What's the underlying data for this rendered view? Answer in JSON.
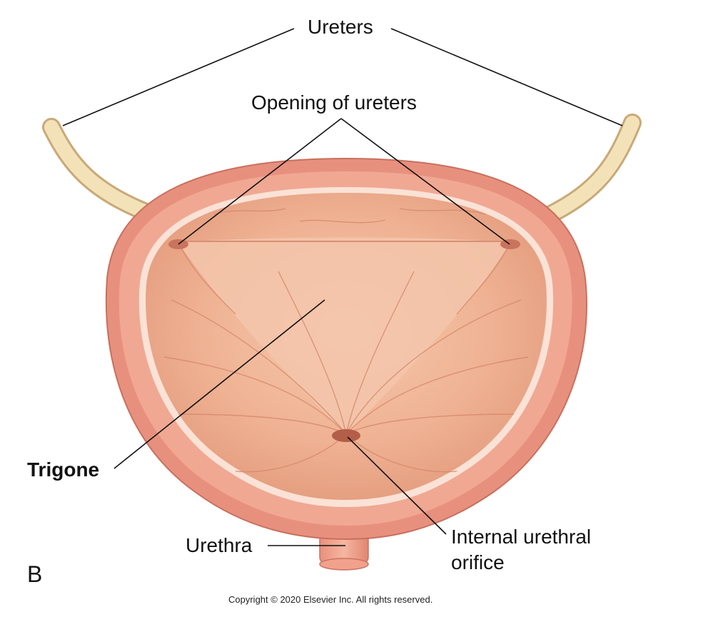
{
  "labels": {
    "ureters": "Ureters",
    "opening_of_ureters": "Opening of ureters",
    "trigone": "Trigone",
    "urethra": "Urethra",
    "internal_urethral_orifice_line1": "Internal urethral",
    "internal_urethral_orifice_line2": "orifice",
    "panel_letter": "B"
  },
  "copyright": "Copyright © 2020 Elsevier Inc. All rights reserved.",
  "colors": {
    "ureter_fill": "#f3e2b8",
    "ureter_stroke": "#c9a978",
    "wall_outer": "#e8907e",
    "wall_inner": "#f0a893",
    "lining_edge": "#fbe2d6",
    "mucosa": "#efb59a",
    "trigone": "#f2c2a7",
    "leader_line": "#111111"
  }
}
